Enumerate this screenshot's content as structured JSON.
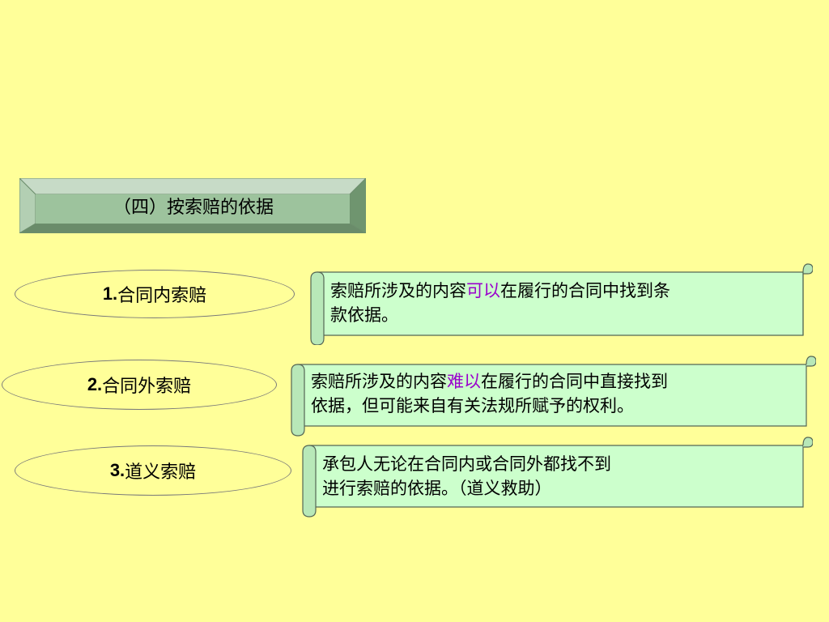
{
  "heading": {
    "text": "（四）按索赔的依据"
  },
  "items": [
    {
      "number": "1.",
      "label": "合同内索赔",
      "desc_pre": "索赔所涉及的内容",
      "desc_highlight": "可以",
      "desc_post": "在履行的合同中找到条",
      "desc_line2": "款依据。"
    },
    {
      "number": "2.",
      "label": "合同外索赔",
      "desc_pre": "索赔所涉及的内容",
      "desc_highlight": "难以",
      "desc_post": "在履行的合同中直接找到",
      "desc_line2": "依据，但可能来自有关法规所赋予的权利。"
    },
    {
      "number": "3.",
      "label": "道义索赔",
      "desc_line1": "承包人无论在合同内或合同外都找不到",
      "desc_line2": "进行索赔的依据。（道义救助）"
    }
  ],
  "colors": {
    "background": "#FFFF99",
    "heading_fill": "#9DC39D",
    "scroll_fill": "#CCFFCC",
    "highlight": "#9900CC"
  }
}
